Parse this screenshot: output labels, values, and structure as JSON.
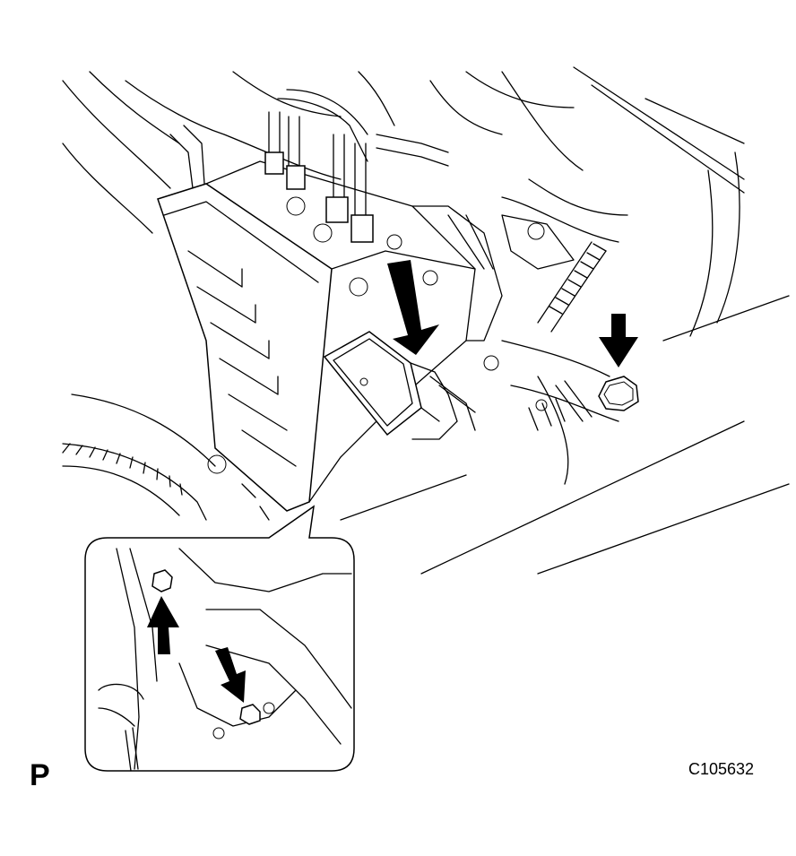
{
  "figure": {
    "view_marker": "P",
    "illustration_code": "C105632"
  },
  "callouts": [
    {
      "name": "arrow-connector-push-down",
      "icon": "arrow-down-icon"
    },
    {
      "name": "arrow-bolt-right",
      "icon": "arrow-down-icon"
    },
    {
      "name": "arrow-inset-nut-up",
      "icon": "arrow-up-icon"
    },
    {
      "name": "arrow-inset-nut-down",
      "icon": "arrow-down-icon"
    }
  ],
  "colors": {
    "line": "#000000",
    "background": "#ffffff"
  }
}
